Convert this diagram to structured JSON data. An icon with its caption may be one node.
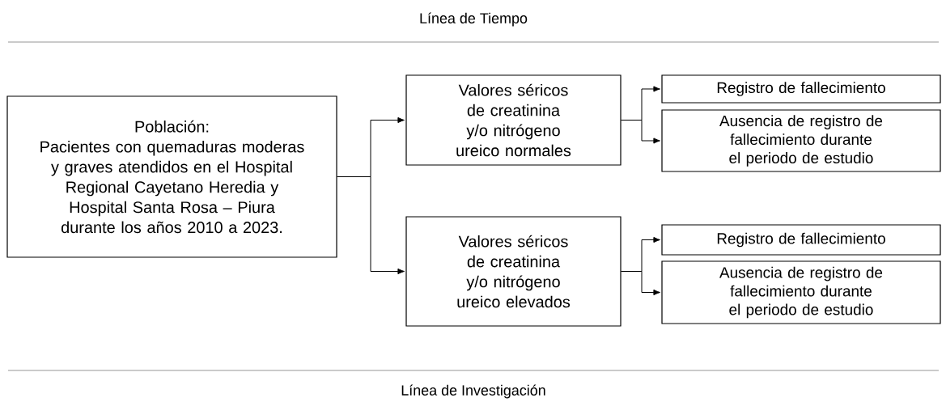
{
  "diagram": {
    "nodes": [
      {
        "text": [
          "Población:",
          "Pacientes con quemaduras moderas y graves atendidos en el Hospital Regional Cayetano Heredia y Hospital Santa Rosa – Piura durante los años 2010 a 2023."
        ]
      },
      {
        "text": [
          "Valores séricos de creatinina y/o nitrógeno ureico normales"
        ]
      },
      {
        "text": [
          "Valores séricos de creatinina y/o nitrógeno ureico elevados"
        ]
      },
      {
        "text": [
          "Registro de fallecimiento"
        ]
      },
      {
        "text": [
          "Ausencia de registro de fallecimiento durante el periodo de estudio"
        ]
      },
      {
        "text": [
          "Registro de fallecimiento"
        ]
      },
      {
        "text": [
          "Ausencia de registro de fallecimiento durante el periodo de estudio"
        ]
      }
    ],
    "edges": [
      {
        "from": 0,
        "to": 1,
        "arrow": "to"
      },
      {
        "from": 0,
        "to": 2,
        "arrow": "to"
      },
      {
        "from": 1,
        "to": 3,
        "arrow": "to"
      },
      {
        "from": 1,
        "to": 4,
        "arrow": "to"
      },
      {
        "from": 2,
        "to": 5,
        "arrow": "to"
      },
      {
        "from": 2,
        "to": 6,
        "arrow": "to"
      }
    ],
    "labels": [
      "Línea de Tiempo",
      "Línea de Investigación"
    ]
  }
}
